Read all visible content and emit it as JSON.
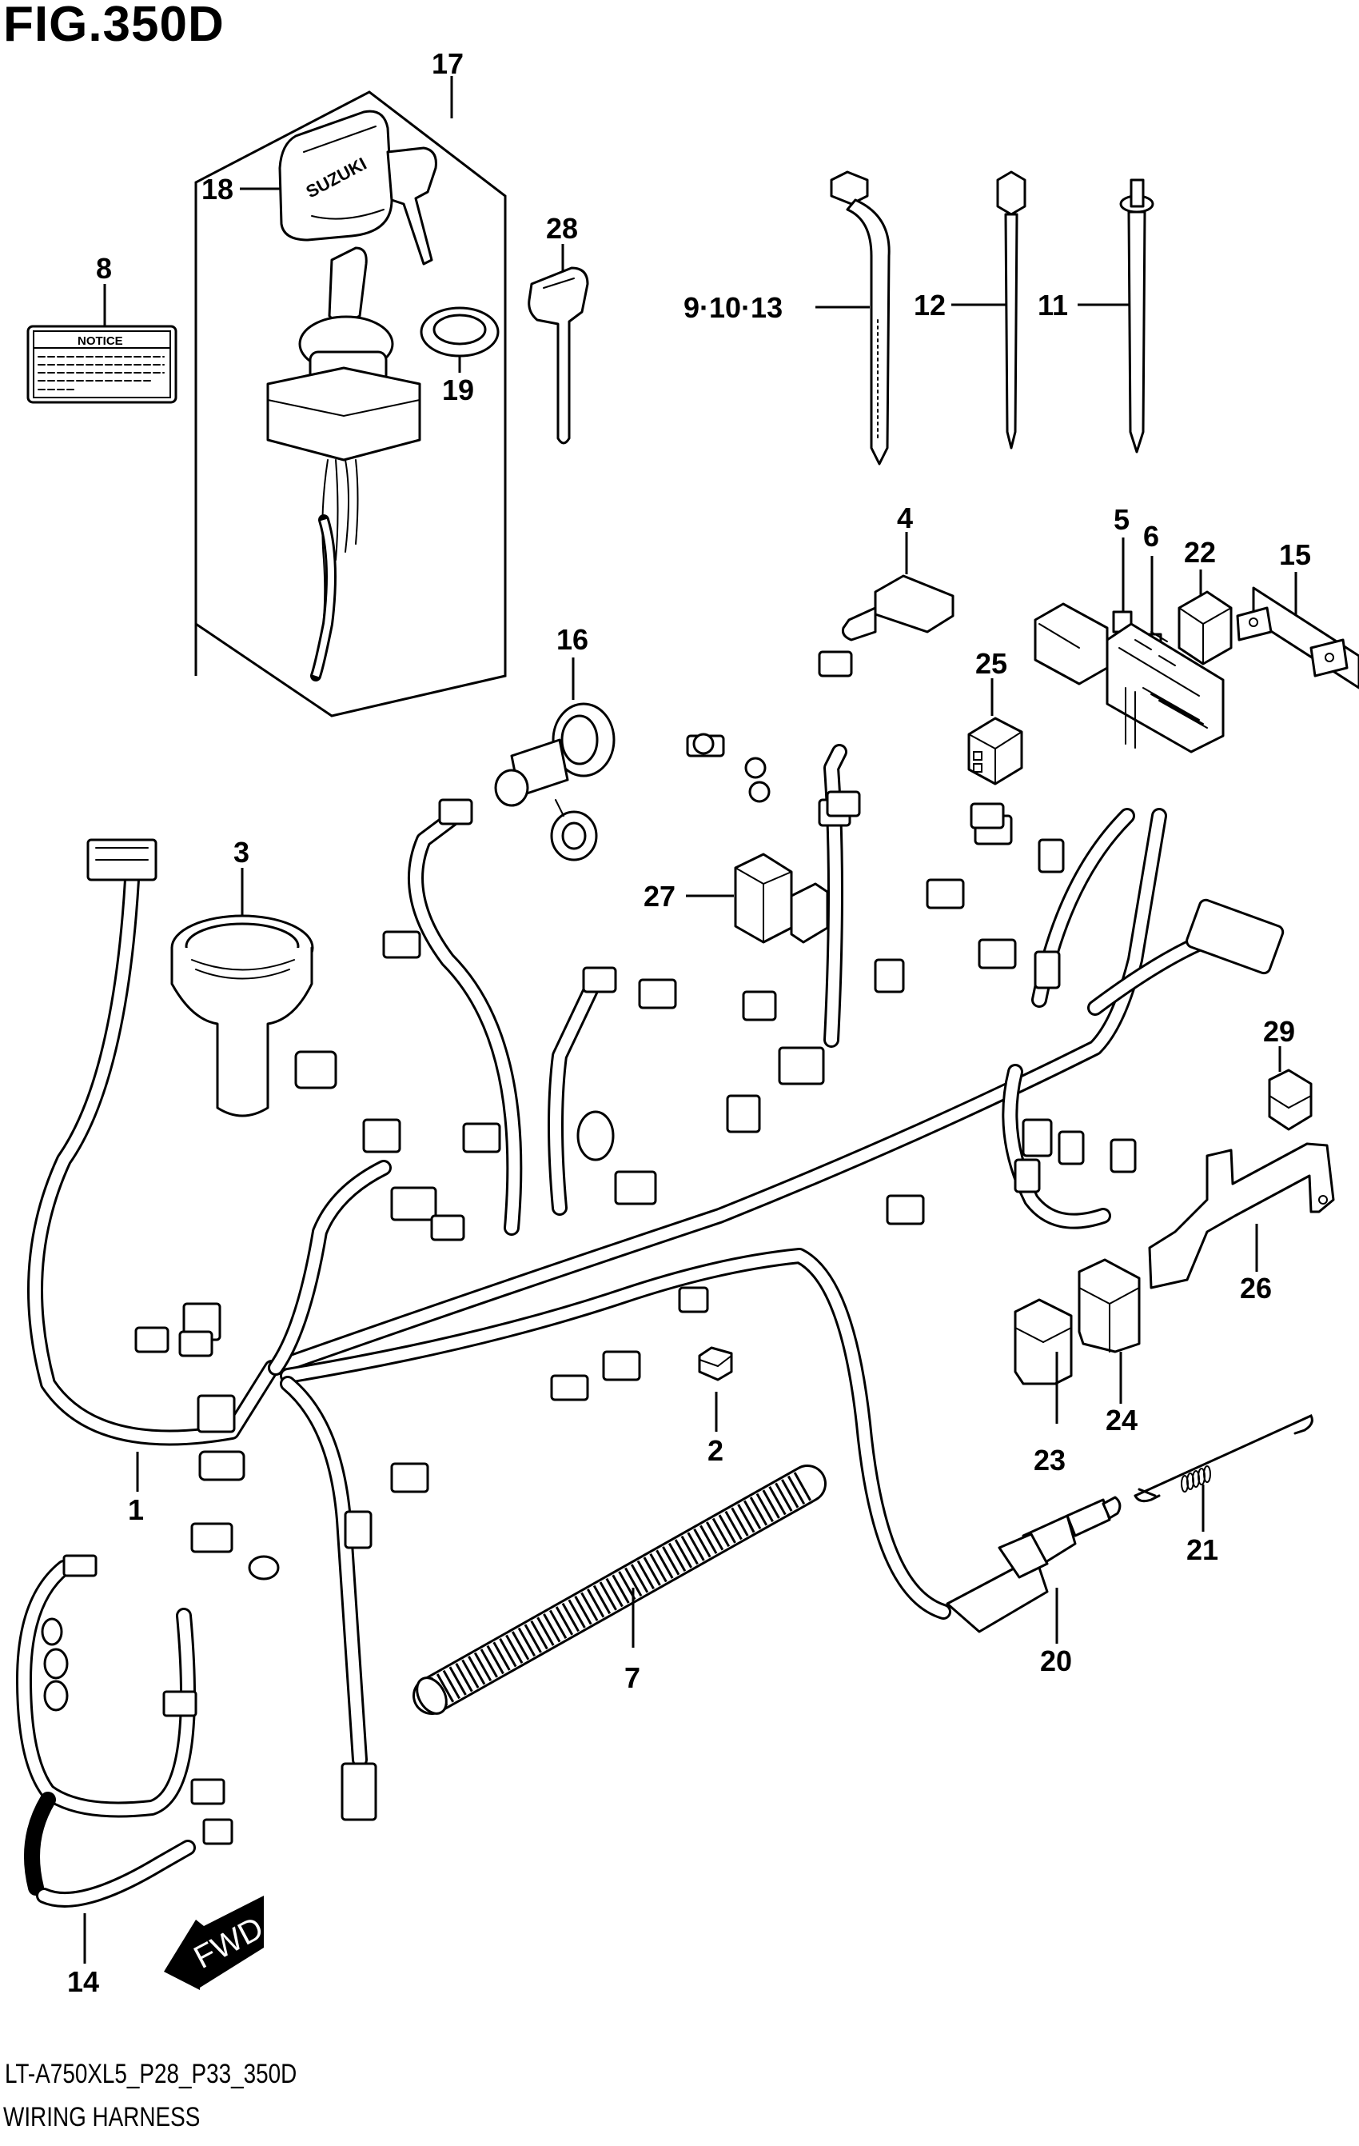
{
  "header": {
    "figure_title": "FIG.350D"
  },
  "footer": {
    "model_code": "LT-A750XL5_P28_P33_350D",
    "section_name": "WIRING HARNESS"
  },
  "notice_label": {
    "title": "NOTICE"
  },
  "key_fob": {
    "brand_text": "SUZUKI"
  },
  "direction_indicator": {
    "text": "FWD",
    "icon": "arrow-left-down-icon"
  },
  "callouts": {
    "c1": "1",
    "c2": "2",
    "c3": "3",
    "c4": "4",
    "c5": "5",
    "c6": "6",
    "c7": "7",
    "c8": "8",
    "c9_10_13": "9·10·13",
    "c11": "11",
    "c12": "12",
    "c14": "14",
    "c15": "15",
    "c16": "16",
    "c17": "17",
    "c18": "18",
    "c19": "19",
    "c20": "20",
    "c21": "21",
    "c22": "22",
    "c23": "23",
    "c24": "24",
    "c25": "25",
    "c26": "26",
    "c27": "27",
    "c28": "28",
    "c29": "29"
  },
  "parts": [
    {
      "ref": "1",
      "name": "main-wiring-harness"
    },
    {
      "ref": "2",
      "name": "connector-cap"
    },
    {
      "ref": "3",
      "name": "boot"
    },
    {
      "ref": "4",
      "name": "cap"
    },
    {
      "ref": "5",
      "name": "fuse"
    },
    {
      "ref": "6",
      "name": "fuse"
    },
    {
      "ref": "7",
      "name": "corrugated-tube"
    },
    {
      "ref": "8",
      "name": "notice-label"
    },
    {
      "ref": "9·10·13",
      "name": "clamp-band"
    },
    {
      "ref": "11",
      "name": "clamp-with-clip"
    },
    {
      "ref": "12",
      "name": "cable-tie"
    },
    {
      "ref": "14",
      "name": "sub-harness"
    },
    {
      "ref": "15",
      "name": "fuse-box-bracket"
    },
    {
      "ref": "16",
      "name": "accessory-socket"
    },
    {
      "ref": "17",
      "name": "ignition-switch-assembly"
    },
    {
      "ref": "18",
      "name": "key-fob"
    },
    {
      "ref": "19",
      "name": "lock-nut"
    },
    {
      "ref": "20",
      "name": "sensor"
    },
    {
      "ref": "21",
      "name": "spring"
    },
    {
      "ref": "22",
      "name": "relay"
    },
    {
      "ref": "23",
      "name": "connector"
    },
    {
      "ref": "24",
      "name": "connector"
    },
    {
      "ref": "25",
      "name": "connector"
    },
    {
      "ref": "26",
      "name": "bracket"
    },
    {
      "ref": "27",
      "name": "relay"
    },
    {
      "ref": "28",
      "name": "blank-key"
    },
    {
      "ref": "29",
      "name": "connector"
    }
  ]
}
